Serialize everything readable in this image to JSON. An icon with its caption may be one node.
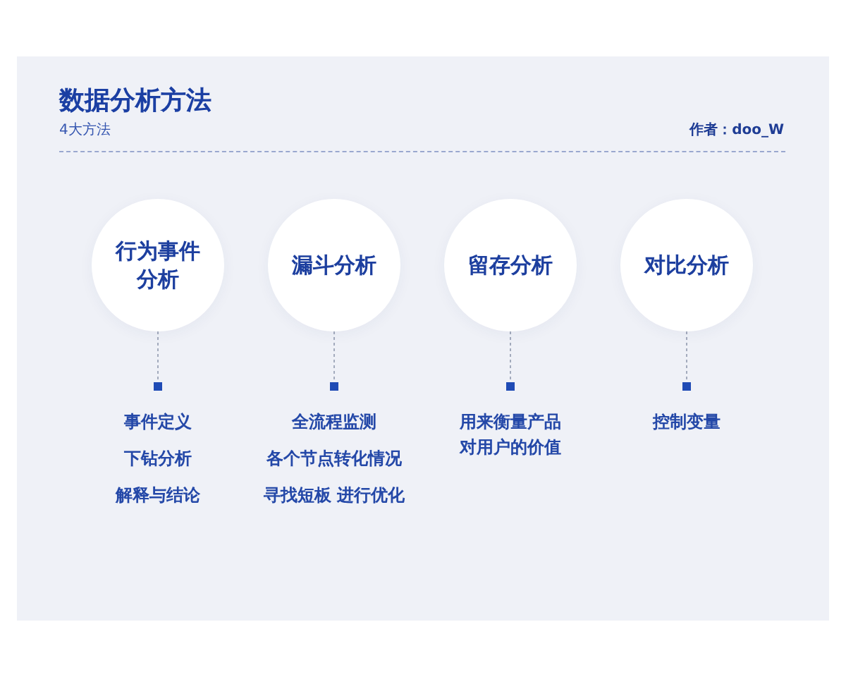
{
  "diagram": {
    "title": "数据分析方法",
    "nodes": [
      {
        "text": [
          "行为事件分析"
        ]
      },
      {
        "text": [
          "漏斗分析"
        ]
      },
      {
        "text": [
          "留存分析"
        ]
      },
      {
        "text": [
          "对比分析"
        ]
      },
      {
        "text": [
          "事件定义",
          "下钻分析",
          "解释与结论"
        ]
      },
      {
        "text": [
          "全流程监测",
          "各个节点转化情况",
          "寻找短板 进行优化"
        ]
      },
      {
        "text": [
          "用来衡量产品对用户的价值"
        ]
      },
      {
        "text": [
          "控制变量"
        ]
      }
    ],
    "edges": [
      {
        "from": 0,
        "to": 4,
        "arrow": "other",
        "style": "dashed"
      },
      {
        "from": 1,
        "to": 5,
        "arrow": "other",
        "style": "dashed"
      },
      {
        "from": 2,
        "to": 6,
        "arrow": "other",
        "style": "dashed"
      },
      {
        "from": 3,
        "to": 7,
        "arrow": "other",
        "style": "dashed"
      }
    ],
    "labels": [
      "4大方法",
      "作者：doo_W"
    ]
  }
}
